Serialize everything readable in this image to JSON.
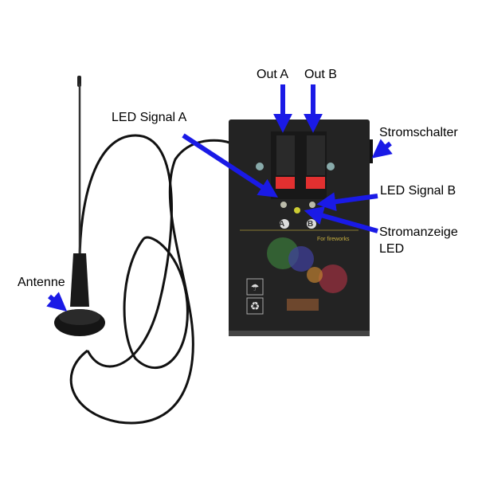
{
  "labels": {
    "out_a": "Out A",
    "out_b": "Out B",
    "led_signal_a": "LED Signal A",
    "stromschalter": "Stromschalter",
    "led_signal_b": "LED Signal B",
    "stromanzeige_line1": "Stromanzeige",
    "stromanzeige_line2": "LED",
    "antenne": "Antenne"
  },
  "device": {
    "channel_a": "A",
    "channel_b": "B",
    "caption": "For fireworks"
  },
  "colors": {
    "arrow": "#1a1ae6",
    "box": "#232323"
  }
}
